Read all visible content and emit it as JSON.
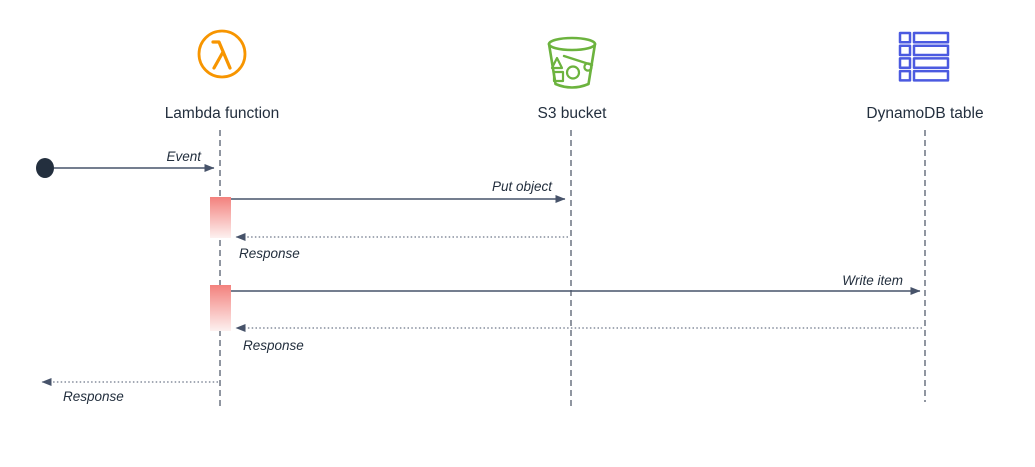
{
  "diagram": {
    "type": "sequence-diagram",
    "participants": [
      {
        "label": "Lambda function",
        "icon": "aws-lambda-icon",
        "color": "#F79500"
      },
      {
        "label": "S3 bucket",
        "icon": "aws-s3-bucket-icon",
        "color": "#6CB33E"
      },
      {
        "label": "DynamoDB table",
        "icon": "aws-dynamodb-table-icon",
        "color": "#4B5AE0"
      }
    ],
    "start_node": {
      "shape": "filled-circle",
      "color": "#232F3E"
    },
    "messages": [
      {
        "label": "Event",
        "from": "start",
        "to": "Lambda function",
        "line": "solid"
      },
      {
        "label": "Put object",
        "from": "Lambda function",
        "to": "S3 bucket",
        "line": "solid"
      },
      {
        "label": "Response",
        "from": "S3 bucket",
        "to": "Lambda function",
        "line": "dotted"
      },
      {
        "label": "Write item",
        "from": "Lambda function",
        "to": "DynamoDB table",
        "line": "solid"
      },
      {
        "label": "Response",
        "from": "DynamoDB table",
        "to": "Lambda function",
        "line": "dotted"
      },
      {
        "label": "Response",
        "from": "Lambda function",
        "to": "start",
        "line": "dotted"
      }
    ],
    "colors": {
      "arrow_line": "#47536A",
      "text": "#232F3E",
      "activation_top": "#F3817D",
      "activation_bottom": "#FDF1F0",
      "background": "#FFFFFF"
    }
  }
}
